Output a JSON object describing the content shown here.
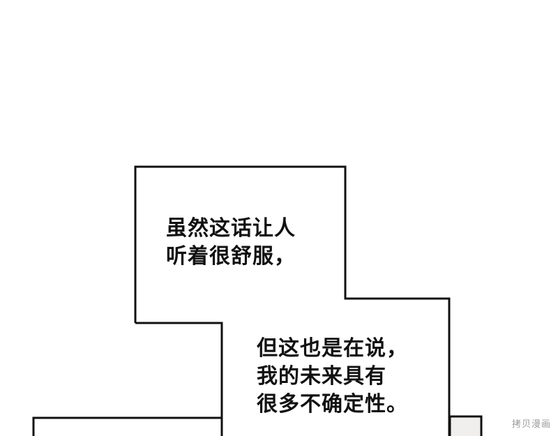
{
  "panel": {
    "background": "#ffffff",
    "border_color": "#111111",
    "captions": [
      {
        "lines": [
          "虽然这话让人",
          "听着很舒服，"
        ]
      },
      {
        "lines": [
          "但这也是在说，",
          "我的未来具有",
          "很多不确定性。"
        ]
      }
    ],
    "watermark": "拷贝漫画"
  }
}
